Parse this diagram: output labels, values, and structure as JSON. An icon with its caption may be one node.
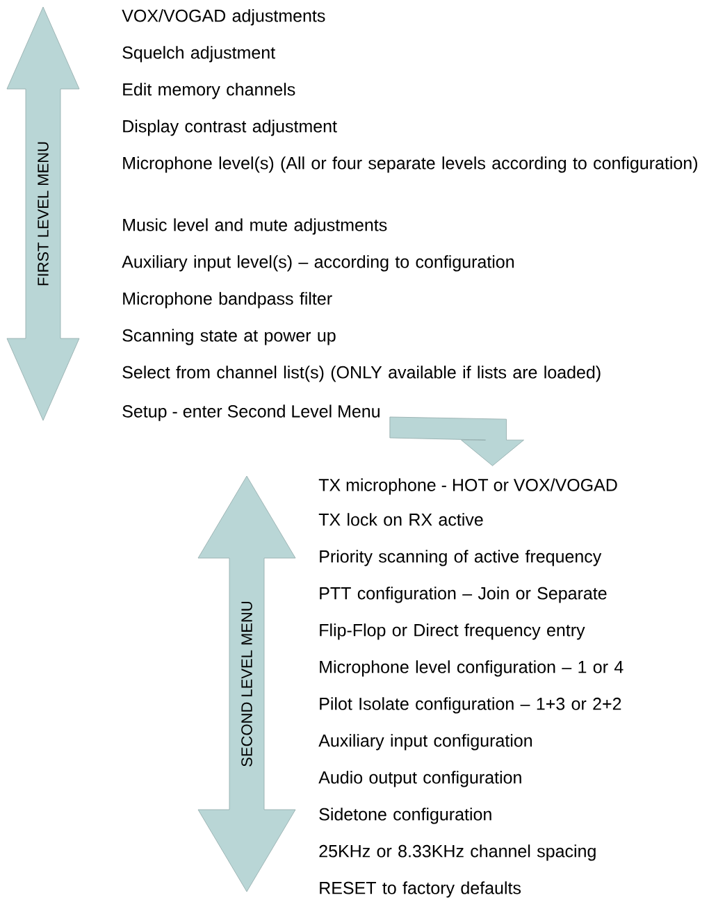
{
  "diagram": {
    "nodes": [
      {
        "text": [
          "FIRST LEVEL MENU"
        ]
      },
      {
        "text": [
          "Setup - enter Second Level Menu"
        ]
      },
      {
        "text": [
          "SECOND LEVEL MENU"
        ]
      },
      {
        "text": [
          "TX microphone - HOT or VOX/VOGAD"
        ]
      }
    ],
    "edges": [
      {
        "from": 1,
        "to": 3,
        "arrow": "to"
      }
    ],
    "labels": [
      "VOX/VOGAD adjustments",
      "Squelch adjustment",
      "Edit memory channels",
      "Display contrast adjustment",
      "Microphone level(s) (All or four separate levels according to configuration)",
      "Music level and mute adjustments",
      "Auxiliary input level(s) – according to configuration",
      "Microphone bandpass filter",
      "Scanning state at power up",
      "Select from channel list(s) (ONLY available if lists are loaded)",
      "TX lock on RX active",
      "Priority scanning of active frequency",
      "PTT configuration – Join or Separate",
      "Flip-Flop or Direct frequency entry",
      "Microphone level configuration – 1 or 4",
      "Pilot Isolate configuration – 1+3 or 2+2",
      "Auxiliary input configuration",
      "Audio output configuration",
      "Sidetone configuration",
      "25KHz or 8.33KHz channel spacing",
      "RESET to factory defaults"
    ]
  }
}
